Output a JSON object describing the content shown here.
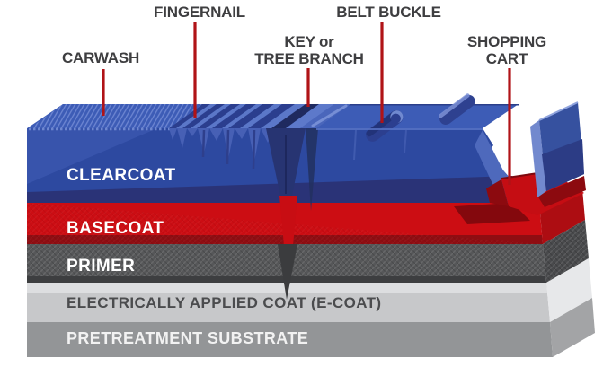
{
  "diagram": {
    "type": "layered-paint-scratch-cross-section",
    "callouts": [
      {
        "id": "carwash",
        "lines": [
          "CARWASH"
        ]
      },
      {
        "id": "fingernail",
        "lines": [
          "FINGERNAIL"
        ]
      },
      {
        "id": "key-or-tree-branch",
        "lines": [
          "KEY or",
          "TREE BRANCH"
        ]
      },
      {
        "id": "belt-buckle",
        "lines": [
          "BELT BUCKLE"
        ]
      },
      {
        "id": "shopping-cart",
        "lines": [
          "SHOPPING",
          "CART"
        ]
      }
    ],
    "layers": [
      {
        "id": "clearcoat",
        "label": "CLEARCOAT",
        "color": "#2d49a0",
        "text_color": "#ffffff"
      },
      {
        "id": "basecoat",
        "label": "BASECOAT",
        "color": "#cc0d13",
        "text_color": "#ffffff"
      },
      {
        "id": "primer",
        "label": "PRIMER",
        "color": "#565759",
        "text_color": "#ffffff"
      },
      {
        "id": "e-coat",
        "label": "ELECTRICALLY APPLIED COAT (E-COAT)",
        "color": "#c7c8ca",
        "text_color": "#4b4c4e"
      },
      {
        "id": "pretreatment-substrate",
        "label": "PRETREATMENT SUBSTRATE",
        "color": "#939597",
        "text_color": "#f2f2f2"
      }
    ],
    "colors": {
      "background": "#ffffff",
      "callout_line": "#b01317",
      "callout_text": "#3e3e40",
      "clearcoat_top_surface": "#3d5cb6",
      "exposed_basecoat": "#c50d13"
    }
  }
}
